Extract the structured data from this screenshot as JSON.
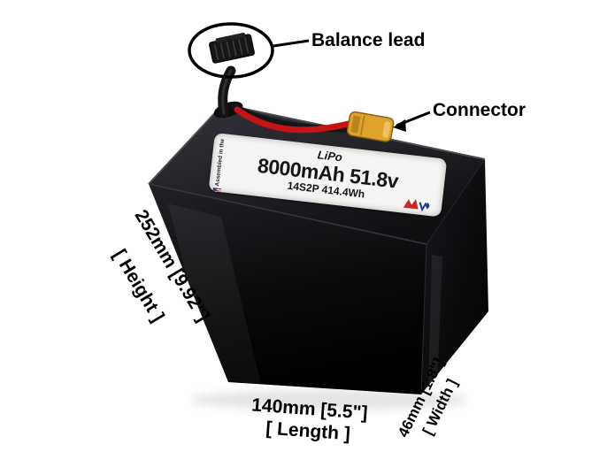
{
  "product": {
    "callouts": {
      "balance_lead": "Balance lead",
      "connector": "Connector"
    },
    "label": {
      "chemistry": "LiPo",
      "capacity_voltage": "8000mAh 51.8v",
      "config_energy": "14S2P 414.4Wh",
      "assembled_text": "Assembled in the"
    },
    "dimensions": {
      "height_value": "252mm [9.92\"]",
      "height_label": "[ Height ]",
      "length_value": "140mm [5.5\"]",
      "length_label": "[ Length ]",
      "width_value": "46mm [1.8\"]",
      "width_label": "[ Width ]"
    },
    "colors": {
      "battery_body": "#0a0a0c",
      "connector_yellow": "#dfa32b",
      "wire_red": "#c41414",
      "label_background": "#f4f4f2",
      "annotation_text": "#000000"
    }
  }
}
